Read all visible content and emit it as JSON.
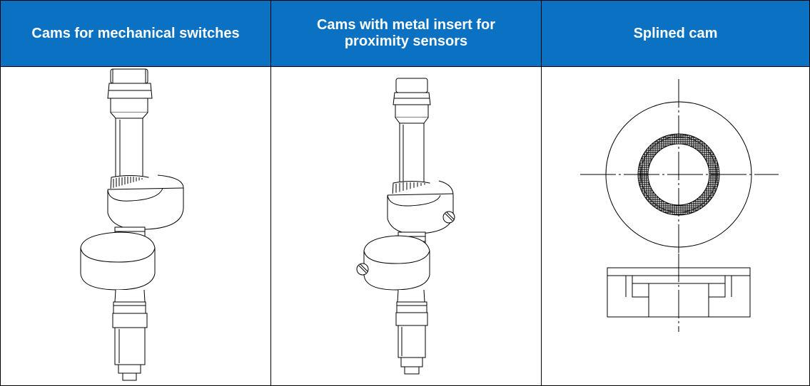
{
  "table": {
    "columns": [
      "Cams for mechanical switches",
      "Cams with metal insert for proximity sensors",
      "Splined cam"
    ]
  },
  "drawings": {
    "cams_mechanical_switches": "shaft-with-two-cams-drawing",
    "cams_metal_insert": "shaft-with-two-cams-and-metal-inserts-drawing",
    "splined_cam": "splined-cam-front-and-section-view"
  },
  "colors": {
    "header_background": "#0a71c3",
    "header_text": "#ffffff",
    "line": "#000000"
  }
}
